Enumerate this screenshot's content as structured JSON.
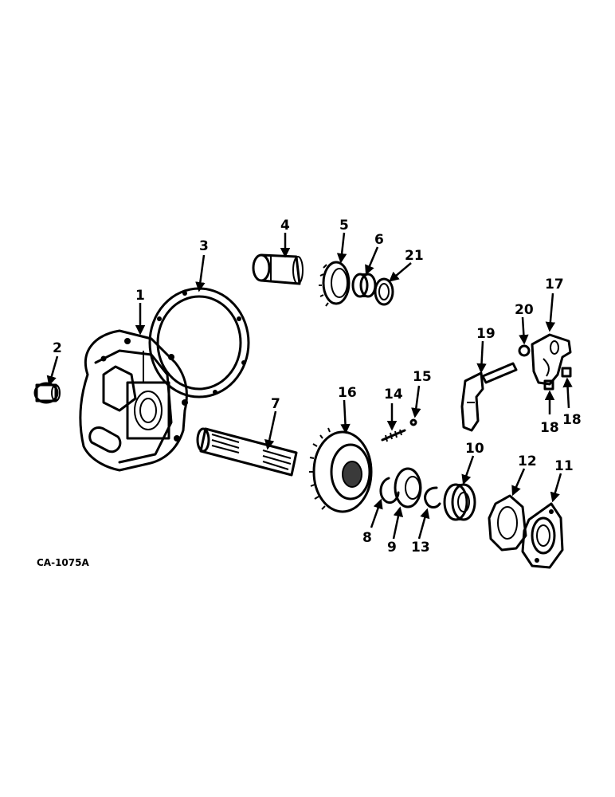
{
  "figure_reference": "CA-1075A",
  "callouts": [
    {
      "id": "c1",
      "label": "1"
    },
    {
      "id": "c2",
      "label": "2"
    },
    {
      "id": "c3",
      "label": "3"
    },
    {
      "id": "c4",
      "label": "4"
    },
    {
      "id": "c5",
      "label": "5"
    },
    {
      "id": "c6",
      "label": "6"
    },
    {
      "id": "c7",
      "label": "7"
    },
    {
      "id": "c8",
      "label": "8"
    },
    {
      "id": "c9",
      "label": "9"
    },
    {
      "id": "c10",
      "label": "10"
    },
    {
      "id": "c11",
      "label": "11"
    },
    {
      "id": "c12",
      "label": "12"
    },
    {
      "id": "c13",
      "label": "13"
    },
    {
      "id": "c14",
      "label": "14"
    },
    {
      "id": "c15",
      "label": "15"
    },
    {
      "id": "c16",
      "label": "16"
    },
    {
      "id": "c17",
      "label": "17"
    },
    {
      "id": "c18a",
      "label": "18"
    },
    {
      "id": "c18b",
      "label": "18"
    },
    {
      "id": "c19",
      "label": "19"
    },
    {
      "id": "c20",
      "label": "20"
    },
    {
      "id": "c21",
      "label": "21"
    }
  ]
}
